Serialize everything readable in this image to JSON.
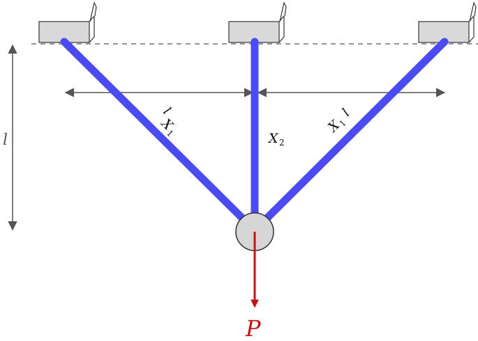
{
  "labels": {
    "height": "l",
    "left_bar_length": "l",
    "right_bar_length": "l",
    "left_bar_force": "X",
    "left_bar_force_index": "1",
    "middle_bar_force": "X",
    "middle_bar_force_index": "2",
    "right_bar_force": "X",
    "right_bar_force_index": "1",
    "load": "P"
  },
  "colors": {
    "bar": "#4b4bf5",
    "load_arrow": "#cc1111",
    "support_fill": "#d9d9d9",
    "node_fill": "#d6d6d6",
    "dimension": "#555555"
  },
  "icons": {
    "supports": "wall-support-icon",
    "node": "pin-joint-icon"
  }
}
